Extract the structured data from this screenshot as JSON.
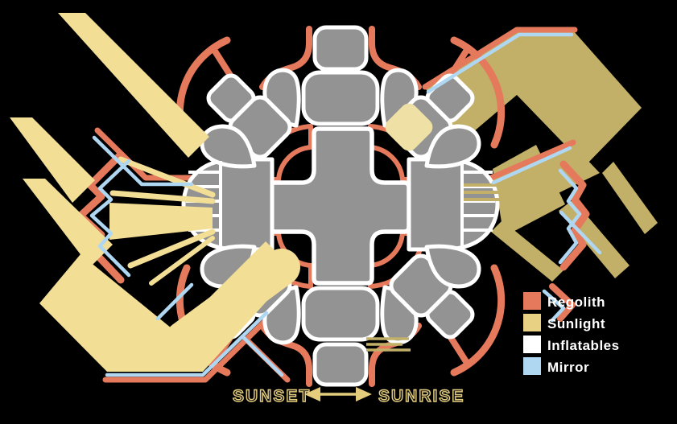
{
  "diagram": {
    "name": "lunar-base-sunlight-diagram",
    "description_elements": [
      "central-cross-hub",
      "inflatable-modules",
      "regolith-shielding",
      "sunlight-beams",
      "mirror-reflectors"
    ]
  },
  "legend": {
    "items": [
      {
        "name": "regolith",
        "label": "Regolith",
        "color": "#E5795B"
      },
      {
        "name": "sunlight",
        "label": "Sunlight",
        "color": "#E8D183"
      },
      {
        "name": "inflatables",
        "label": "Inflatables",
        "color": "#FFFFFF"
      },
      {
        "name": "mirror",
        "label": "Mirror",
        "color": "#AFD7F2"
      }
    ]
  },
  "captions": {
    "sunset": "SUNSET",
    "sunrise": "SUNRISE"
  },
  "colors": {
    "background": "#000000",
    "module_gray": "#939393",
    "outline_white": "#FFFFFF",
    "regolith": "#E5795B",
    "sunlight_light": "#F2DE95",
    "sunlight_dark": "#C2AF68",
    "mirror": "#AFD7F2"
  }
}
